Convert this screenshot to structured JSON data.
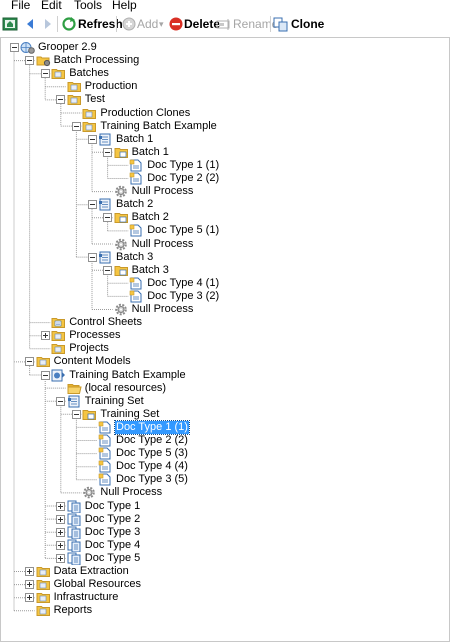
{
  "menu": [
    "File",
    "Edit",
    "Tools",
    "Help"
  ],
  "toolbar": {
    "refresh": "Refresh",
    "add": "Add",
    "delete": "Delete",
    "rename": "Rename",
    "clone": "Clone"
  },
  "colors": {
    "folder": "#f5c542",
    "selection": "#3399ff",
    "tree_lines": "#9a9a9a",
    "delete_red": "#d93025"
  },
  "tree": [
    {
      "label": "Grooper 2.9",
      "depth": 0,
      "icon": "globe-icon",
      "expander": "minus"
    },
    {
      "label": "Batch Processing",
      "depth": 1,
      "icon": "batch-processing-icon",
      "expander": "minus"
    },
    {
      "label": "Batches",
      "depth": 2,
      "icon": "folder-icon",
      "expander": "minus"
    },
    {
      "label": "Production",
      "depth": 3,
      "icon": "folder-icon",
      "expander": ""
    },
    {
      "label": "Test",
      "depth": 3,
      "icon": "folder-icon",
      "expander": "minus"
    },
    {
      "label": "Production Clones",
      "depth": 4,
      "icon": "folder-icon",
      "expander": ""
    },
    {
      "label": "Training Batch Example",
      "depth": 4,
      "icon": "folder-icon",
      "expander": "minus"
    },
    {
      "label": "Batch 1",
      "depth": 5,
      "icon": "batch-icon",
      "expander": "minus"
    },
    {
      "label": "Batch 1",
      "depth": 6,
      "icon": "batch-folder-icon",
      "expander": "minus"
    },
    {
      "label": "Doc Type 1 (1)",
      "depth": 7,
      "icon": "document-icon",
      "expander": ""
    },
    {
      "label": "Doc Type 2 (2)",
      "depth": 7,
      "icon": "document-icon",
      "expander": ""
    },
    {
      "label": "Null Process",
      "depth": 6,
      "icon": "gear-icon",
      "expander": ""
    },
    {
      "label": "Batch 2",
      "depth": 5,
      "icon": "batch-icon",
      "expander": "minus"
    },
    {
      "label": "Batch 2",
      "depth": 6,
      "icon": "batch-folder-icon",
      "expander": "minus"
    },
    {
      "label": "Doc Type 5 (1)",
      "depth": 7,
      "icon": "document-icon",
      "expander": ""
    },
    {
      "label": "Null Process",
      "depth": 6,
      "icon": "gear-icon",
      "expander": ""
    },
    {
      "label": "Batch 3",
      "depth": 5,
      "icon": "batch-icon",
      "expander": "minus"
    },
    {
      "label": "Batch 3",
      "depth": 6,
      "icon": "batch-folder-icon",
      "expander": "minus"
    },
    {
      "label": "Doc Type 4 (1)",
      "depth": 7,
      "icon": "document-icon",
      "expander": ""
    },
    {
      "label": "Doc Type 3 (2)",
      "depth": 7,
      "icon": "document-icon",
      "expander": ""
    },
    {
      "label": "Null Process",
      "depth": 6,
      "icon": "gear-icon",
      "expander": ""
    },
    {
      "label": "Control Sheets",
      "depth": 2,
      "icon": "control-sheets-icon",
      "expander": ""
    },
    {
      "label": "Processes",
      "depth": 2,
      "icon": "folder-icon",
      "expander": "plus"
    },
    {
      "label": "Projects",
      "depth": 2,
      "icon": "folder-icon",
      "expander": ""
    },
    {
      "label": "Content Models",
      "depth": 1,
      "icon": "folder-icon",
      "expander": "minus"
    },
    {
      "label": "Training Batch Example",
      "depth": 2,
      "icon": "content-model-icon",
      "expander": "minus"
    },
    {
      "label": "(local resources)",
      "depth": 3,
      "icon": "folder-open-icon",
      "expander": ""
    },
    {
      "label": "Training Set",
      "depth": 3,
      "icon": "batch-icon",
      "expander": "minus"
    },
    {
      "label": "Training Set",
      "depth": 4,
      "icon": "batch-folder-icon",
      "expander": "minus"
    },
    {
      "label": "Doc Type 1 (1)",
      "depth": 5,
      "icon": "document-icon",
      "expander": "",
      "selected": true
    },
    {
      "label": "Doc Type 2 (2)",
      "depth": 5,
      "icon": "document-icon",
      "expander": ""
    },
    {
      "label": "Doc Type 5 (3)",
      "depth": 5,
      "icon": "document-icon",
      "expander": ""
    },
    {
      "label": "Doc Type 4 (4)",
      "depth": 5,
      "icon": "document-icon",
      "expander": ""
    },
    {
      "label": "Doc Type 3 (5)",
      "depth": 5,
      "icon": "document-icon",
      "expander": ""
    },
    {
      "label": "Null Process",
      "depth": 4,
      "icon": "gear-icon",
      "expander": ""
    },
    {
      "label": "Doc Type 1",
      "depth": 3,
      "icon": "document-type-icon",
      "expander": "plus"
    },
    {
      "label": "Doc Type 2",
      "depth": 3,
      "icon": "document-type-icon",
      "expander": "plus"
    },
    {
      "label": "Doc Type 3",
      "depth": 3,
      "icon": "document-type-icon",
      "expander": "plus"
    },
    {
      "label": "Doc Type 4",
      "depth": 3,
      "icon": "document-type-icon",
      "expander": "plus"
    },
    {
      "label": "Doc Type 5",
      "depth": 3,
      "icon": "document-type-icon",
      "expander": "plus"
    },
    {
      "label": "Data Extraction",
      "depth": 1,
      "icon": "folder-icon",
      "expander": "plus"
    },
    {
      "label": "Global Resources",
      "depth": 1,
      "icon": "folder-icon",
      "expander": "plus"
    },
    {
      "label": "Infrastructure",
      "depth": 1,
      "icon": "folder-icon",
      "expander": "plus"
    },
    {
      "label": "Reports",
      "depth": 1,
      "icon": "folder-icon",
      "expander": ""
    }
  ]
}
